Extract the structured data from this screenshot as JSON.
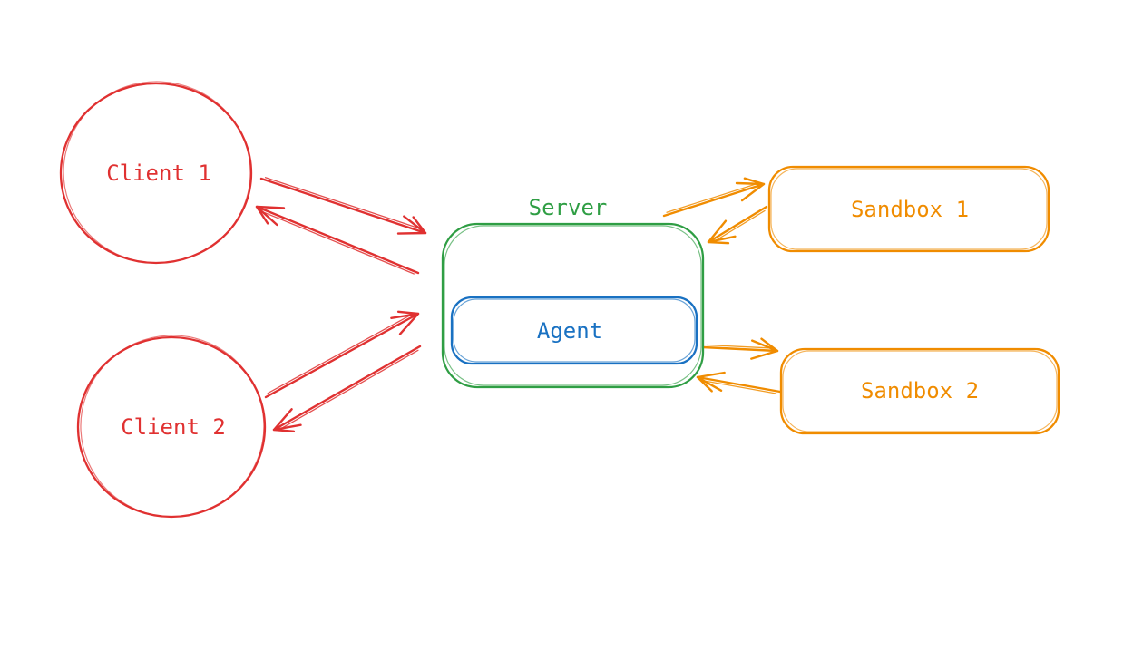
{
  "page": {
    "background": "#ffffff"
  },
  "colors": {
    "red": "#e03131",
    "green": "#2f9e44",
    "blue": "#1971c2",
    "orange": "#f08c00",
    "background": "#ffffff"
  },
  "nodes": {
    "client1": {
      "label": "Client 1",
      "shape": "circle",
      "color": "#e03131"
    },
    "client2": {
      "label": "Client 2",
      "shape": "circle",
      "color": "#e03131"
    },
    "server": {
      "label": "Server",
      "shape": "rounded-rect",
      "color": "#2f9e44"
    },
    "agent": {
      "label": "Agent",
      "shape": "rounded-rect",
      "color": "#1971c2",
      "inside": "Server"
    },
    "sandbox1": {
      "label": "Sandbox 1",
      "shape": "rounded-rect",
      "color": "#f08c00"
    },
    "sandbox2": {
      "label": "Sandbox 2",
      "shape": "rounded-rect",
      "color": "#f08c00"
    }
  },
  "connections": [
    {
      "from": "Client 1",
      "to": "Server",
      "color": "#e03131",
      "label": "Client 1 to Server"
    },
    {
      "from": "Server",
      "to": "Client 1",
      "color": "#e03131",
      "label": "Server to Client 1"
    },
    {
      "from": "Client 2",
      "to": "Server",
      "color": "#e03131",
      "label": "Client 2 to Server"
    },
    {
      "from": "Server",
      "to": "Client 2",
      "color": "#e03131",
      "label": "Server to Client 2"
    },
    {
      "from": "Server",
      "to": "Sandbox 1",
      "color": "#f08c00",
      "label": "Server to Sandbox 1"
    },
    {
      "from": "Sandbox 1",
      "to": "Server",
      "color": "#f08c00",
      "label": "Sandbox 1 to Server"
    },
    {
      "from": "Server",
      "to": "Sandbox 2",
      "color": "#f08c00",
      "label": "Server to Sandbox 2"
    },
    {
      "from": "Sandbox 2",
      "to": "Server",
      "color": "#f08c00",
      "label": "Sandbox 2 to Server"
    }
  ]
}
